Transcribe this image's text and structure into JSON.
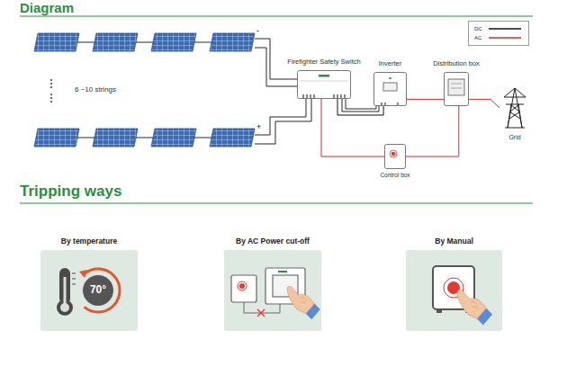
{
  "diagram": {
    "title": "Diagram",
    "nodes": [
      {
        "text": [
          "Firefighter Safety Switch"
        ]
      },
      {
        "text": [
          "Inverter"
        ]
      },
      {
        "text": [
          "Distribution box"
        ]
      },
      {
        "text": [
          "Grid"
        ]
      },
      {
        "text": [
          "Control box"
        ]
      },
      {
        "text": [
          "By temperature",
          "70°"
        ]
      },
      {
        "text": [
          "By AC Power cut-off"
        ]
      },
      {
        "text": [
          "By Manual"
        ]
      }
    ],
    "edges": [
      {
        "from": 0,
        "to": 1,
        "arrow": "none"
      },
      {
        "from": 1,
        "to": 2,
        "arrow": "none"
      },
      {
        "from": 2,
        "to": 3,
        "arrow": "none"
      },
      {
        "from": 0,
        "to": 4,
        "arrow": "none"
      },
      {
        "from": 4,
        "to": 2,
        "arrow": "none"
      }
    ],
    "labels": [
      "6 ~10 strings",
      "-",
      "+",
      "Tripping ways"
    ],
    "legend": [
      {
        "text": "DC"
      },
      {
        "text": "AC"
      }
    ]
  }
}
